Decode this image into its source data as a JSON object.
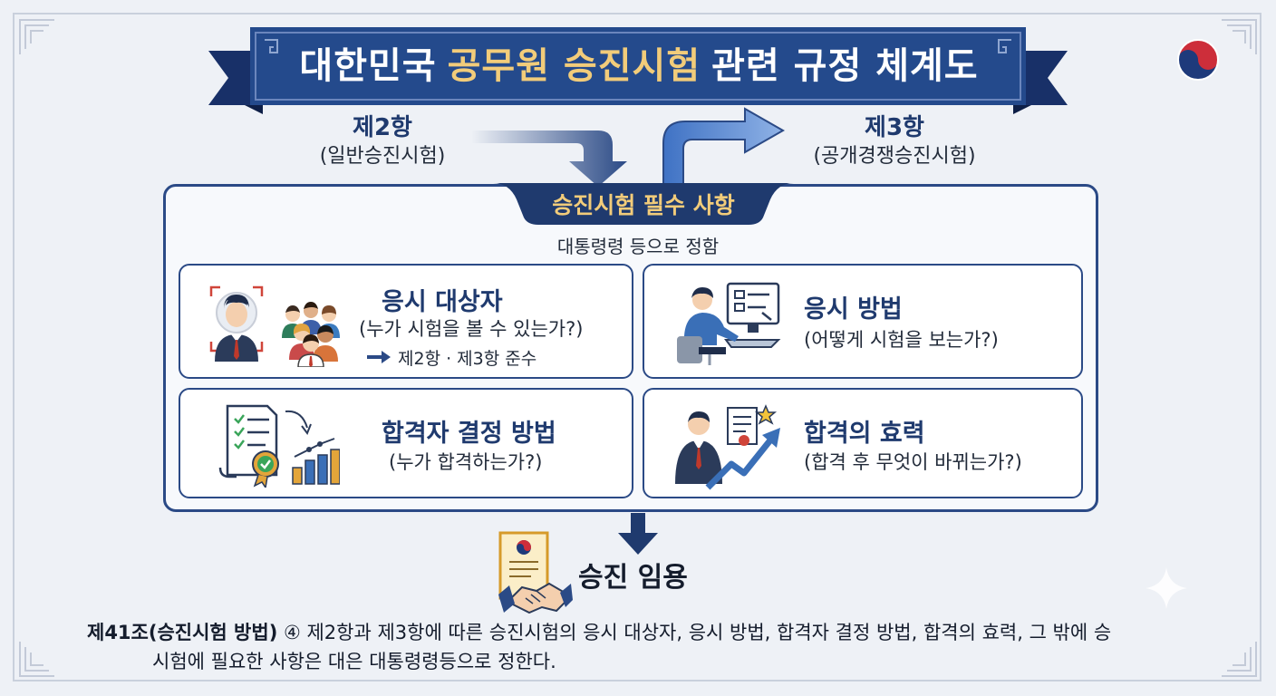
{
  "header": {
    "title_part1": "대한민국",
    "title_highlight": "공무원 승진시험",
    "title_part2": "관련 규정 체계도"
  },
  "sections": {
    "left": {
      "title": "제2항",
      "subtitle": "(일반승진시험)"
    },
    "right": {
      "title": "제3항",
      "subtitle": "(공개경쟁승진시험)"
    }
  },
  "requirements": {
    "tab_label": "승진시험 필수 사항",
    "note": "대통령령 등으로 정함",
    "cards": [
      {
        "title": "응시 대상자",
        "subtitle": "(누가 시험을 볼 수 있는가?)",
        "note": "제2항 · 제3항 준수",
        "icon": "people-icon"
      },
      {
        "title": "응시 방법",
        "subtitle": "(어떻게 시험을 보는가?)",
        "icon": "computer-exam-icon"
      },
      {
        "title": "합격자 결정 방법",
        "subtitle": "(누가 합격하는가?)",
        "icon": "checklist-chart-icon"
      },
      {
        "title": "합격의 효력",
        "subtitle": "(합격 후 무엇이 바뀌는가?)",
        "icon": "growth-arrow-icon"
      }
    ]
  },
  "result": {
    "label": "승진 임용",
    "icon": "handshake-certificate-icon"
  },
  "law_text": {
    "article": "제41조(승진시험 방법)",
    "line1": "④ 제2항과 제3항에 따른 승진시험의 응시 대상자, 응시 방법, 합격자 결정 방법, 합격의 효력, 그 밖에 승",
    "line2": "시험에 필요한 사항은 대은 대통령령등으로 정한다."
  },
  "colors": {
    "navy": "#1f3a6e",
    "gold": "#f2cc7a",
    "border": "#2b4a86",
    "background": "#eef1f6"
  }
}
